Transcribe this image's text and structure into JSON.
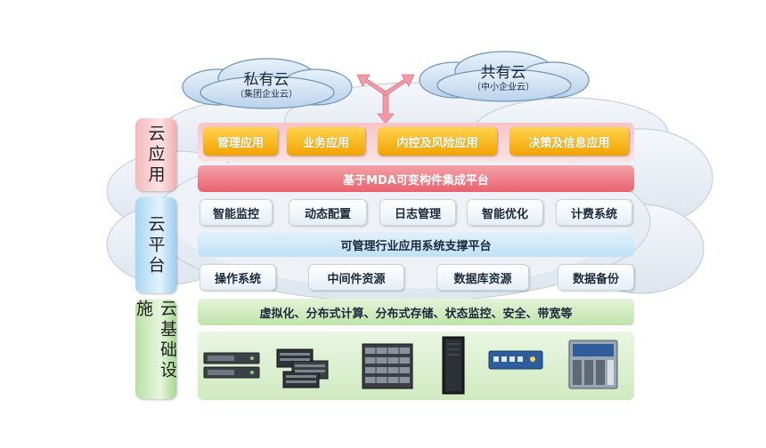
{
  "clouds": {
    "private": {
      "name": "私有云",
      "sub": "（集团企业云）"
    },
    "public": {
      "name": "共有云",
      "sub": "（中小企业云）"
    }
  },
  "layers": {
    "app": "云应用",
    "platform": "云平台",
    "infra": "云基础设施"
  },
  "app_layer": {
    "buttons": [
      "管理应用",
      "业务应用",
      "内控及风险应用",
      "决策及信息应用"
    ],
    "mda_band": "基于MDA可变构件集成平台"
  },
  "platform_layer": {
    "services": [
      "智能监控",
      "动态配置",
      "日志管理",
      "智能优化",
      "计费系统"
    ],
    "band": "可管理行业应用系统支撑平台",
    "resources": [
      "操作系统",
      "中间件资源",
      "数据库资源",
      "数据备份"
    ]
  },
  "infra_layer": {
    "band": "虚拟化、分布式计算、分布式存储、状态监控、安全、带宽等"
  },
  "hardware": [
    {
      "icon": "rack-server-icon"
    },
    {
      "icon": "blade-server-icon"
    },
    {
      "icon": "storage-array-icon"
    },
    {
      "icon": "tower-cabinet-icon"
    },
    {
      "icon": "network-switch-icon"
    },
    {
      "icon": "router-chassis-icon"
    }
  ],
  "colors": {
    "app_accent": "#e8626e",
    "button_orange": "#f2a200",
    "platform_blue": "#bfe1f6",
    "infra_green": "#bfe3aa",
    "arrow_pink": "#f09aa6"
  }
}
